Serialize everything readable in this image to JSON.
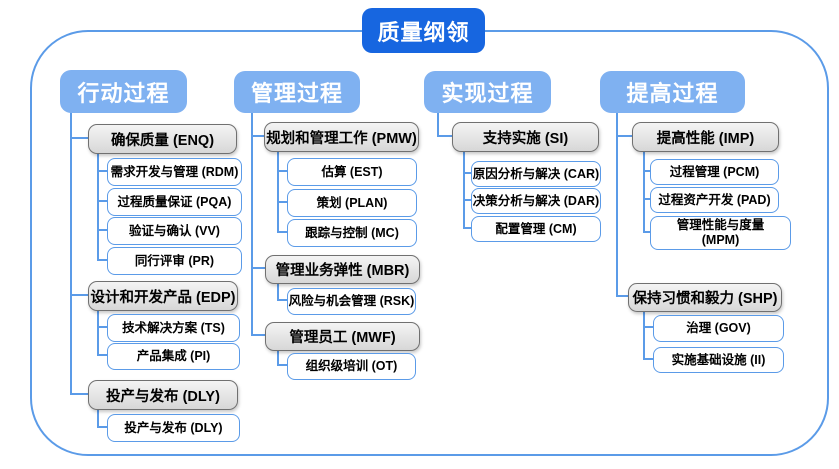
{
  "title": "质量纲领",
  "colors": {
    "title_bg": "#1766E0",
    "header_bg": "#7FB1F1",
    "connector_line": "#5B9BE8",
    "group_fill": "#DDDDDD",
    "group_border": "#707070",
    "item_border": "#5B9BE8"
  },
  "columns": [
    {
      "label": "行动过程",
      "groups": [
        {
          "label": "确保质量 (ENQ)",
          "items": [
            "需求开发与管理 (RDM)",
            "过程质量保证 (PQA)",
            "验证与确认 (VV)",
            "同行评审 (PR)"
          ]
        },
        {
          "label": "设计和开发产品 (EDP)",
          "items": [
            "技术解决方案 (TS)",
            "产品集成 (PI)"
          ]
        },
        {
          "label": "投产与发布 (DLY)",
          "items": [
            "投产与发布 (DLY)"
          ]
        }
      ]
    },
    {
      "label": "管理过程",
      "groups": [
        {
          "label": "规划和管理工作 (PMW)",
          "items": [
            "估算 (EST)",
            "策划 (PLAN)",
            "跟踪与控制 (MC)"
          ]
        },
        {
          "label": "管理业务弹性 (MBR)",
          "items": [
            "风险与机会管理 (RSK)"
          ]
        },
        {
          "label": "管理员工 (MWF)",
          "items": [
            "组织级培训 (OT)"
          ]
        }
      ]
    },
    {
      "label": "实现过程",
      "groups": [
        {
          "label": "支持实施 (SI)",
          "items": [
            "原因分析与解决 (CAR)",
            "决策分析与解决 (DAR)",
            "配置管理 (CM)"
          ]
        }
      ]
    },
    {
      "label": "提高过程",
      "groups": [
        {
          "label": "提高性能 (IMP)",
          "items": [
            "过程管理 (PCM)",
            "过程资产开发 (PAD)",
            "管理性能与度量 (MPM)"
          ]
        },
        {
          "label": "保持习惯和毅力 (SHP)",
          "items": [
            "治理 (GOV)",
            "实施基础设施 (II)"
          ]
        }
      ]
    }
  ]
}
